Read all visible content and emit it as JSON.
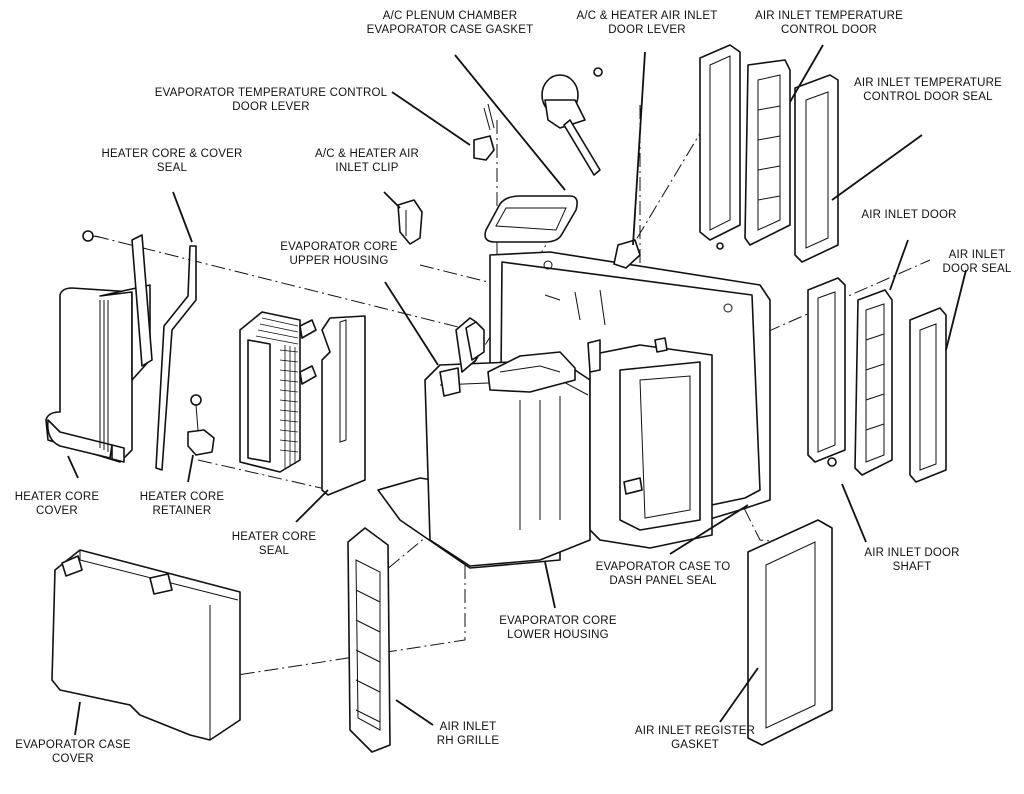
{
  "diagram": {
    "type": "exploded-parts-view",
    "subject": "Evaporator case / heater core assembly",
    "colors": {
      "ink": "#111111",
      "background": "#ffffff"
    },
    "labels": [
      {
        "id": "plenum-gasket",
        "lines": [
          "A/C PLENUM CHAMBER",
          "EVAPORATOR CASE GASKET"
        ]
      },
      {
        "id": "inlet-door-lever",
        "lines": [
          "A/C & HEATER AIR INLET",
          "DOOR LEVER"
        ]
      },
      {
        "id": "temp-control-door",
        "lines": [
          "AIR INLET TEMPERATURE",
          "CONTROL DOOR"
        ]
      },
      {
        "id": "temp-control-door-seal",
        "lines": [
          "AIR INLET TEMPERATURE",
          "CONTROL DOOR SEAL"
        ]
      },
      {
        "id": "evap-temp-door-lever",
        "lines": [
          "EVAPORATOR TEMPERATURE CONTROL",
          "DOOR LEVER"
        ]
      },
      {
        "id": "heater-core-cover-seal",
        "lines": [
          "HEATER CORE & COVER",
          "SEAL"
        ]
      },
      {
        "id": "inlet-clip",
        "lines": [
          "A/C & HEATER AIR",
          "INLET CLIP"
        ]
      },
      {
        "id": "air-inlet-door",
        "lines": [
          "AIR INLET DOOR"
        ]
      },
      {
        "id": "upper-housing",
        "lines": [
          "EVAPORATOR CORE",
          "UPPER HOUSING"
        ]
      },
      {
        "id": "air-inlet-door-seal",
        "lines": [
          "AIR INLET",
          "DOOR SEAL"
        ]
      },
      {
        "id": "heater-core-cover",
        "lines": [
          "HEATER CORE",
          "COVER"
        ]
      },
      {
        "id": "heater-core-retainer",
        "lines": [
          "HEATER CORE",
          "RETAINER"
        ]
      },
      {
        "id": "heater-core-seal",
        "lines": [
          "HEATER CORE",
          "SEAL"
        ]
      },
      {
        "id": "air-inlet-door-shaft",
        "lines": [
          "AIR INLET DOOR",
          "SHAFT"
        ]
      },
      {
        "id": "dash-panel-seal",
        "lines": [
          "EVAPORATOR CASE TO",
          "DASH PANEL SEAL"
        ]
      },
      {
        "id": "lower-housing",
        "lines": [
          "EVAPORATOR CORE",
          "LOWER HOUSING"
        ]
      },
      {
        "id": "register-gasket",
        "lines": [
          "AIR INLET REGISTER",
          "GASKET"
        ]
      },
      {
        "id": "rh-grille",
        "lines": [
          "AIR INLET",
          "RH GRILLE"
        ]
      },
      {
        "id": "evap-case-cover",
        "lines": [
          "EVAPORATOR CASE",
          "COVER"
        ]
      }
    ]
  }
}
